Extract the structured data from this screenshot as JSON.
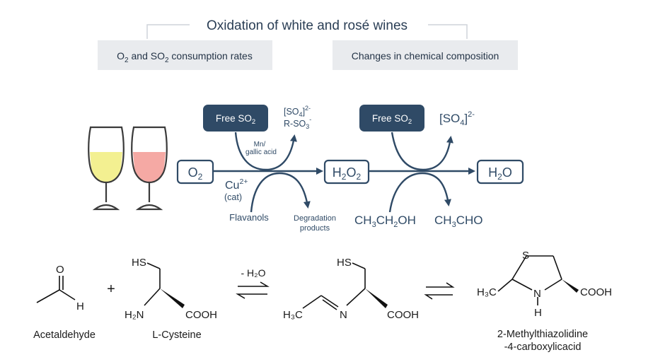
{
  "title": "Oxidation of white and rosé wines",
  "panels": {
    "left": {
      "pre": "O",
      "sub1": "2",
      "mid": " and SO",
      "sub2": "2",
      "post": " consumption rates"
    },
    "right": "Changes in chemical composition"
  },
  "scheme": {
    "free_so2_1": {
      "text": "Free SO",
      "sub": "2"
    },
    "free_so2_2": {
      "text": "Free SO",
      "sub": "2"
    },
    "o2": {
      "text": "O",
      "sub": "2"
    },
    "h2o2": {
      "a": "H",
      "s1": "2",
      "b": "O",
      "s2": "2"
    },
    "h2o": {
      "a": "H",
      "s1": "2",
      "b": "O"
    },
    "cu": {
      "text": "Cu",
      "sup": "2+"
    },
    "cat": "(cat)",
    "mn_line1": "Mn/",
    "mn_line2": "gallic acid",
    "sulfate_small": {
      "text": "[SO",
      "sub": "4",
      "close": "]",
      "sup": "2-"
    },
    "rso3": {
      "text": "R-SO",
      "sub": "3",
      "sup": "-"
    },
    "sulfate_large": {
      "text": "[SO",
      "sub": "4",
      "close": "]",
      "sup": "2-"
    },
    "flavanols": "Flavanols",
    "degradation_line1": "Degradation",
    "degradation_line2": "products",
    "ethanol": {
      "a": "CH",
      "s1": "3",
      "b": "CH",
      "s2": "2",
      "c": "OH"
    },
    "acetaldehyde_formula": {
      "a": "CH",
      "s1": "3",
      "b": "CHO"
    }
  },
  "glasses": {
    "white_wine_color": "#f3f091",
    "rose_wine_color": "#f5a9a4"
  },
  "reaction": {
    "plus": "+",
    "water_loss": "- H₂O",
    "acetaldehyde": {
      "O": "O",
      "H": "H",
      "name": "Acetaldehyde"
    },
    "cysteine": {
      "SH": "HS",
      "NH2": "H₂N",
      "COOH": "COOH",
      "name": "L-Cysteine"
    },
    "imine": {
      "SH": "HS",
      "CH3": "H₃C",
      "N": "N",
      "COOH": "COOH"
    },
    "thiazolidine": {
      "S": "S",
      "CH3": "H₃C",
      "N": "N",
      "H": "H",
      "COOH": "COOH",
      "name_line1": "2-Methylthiazolidine",
      "name_line2": "-4-carboxylicacid"
    }
  },
  "colors": {
    "navy": "#2f4a66",
    "panel_bg": "#e9ebee",
    "text_dark": "#243447"
  }
}
